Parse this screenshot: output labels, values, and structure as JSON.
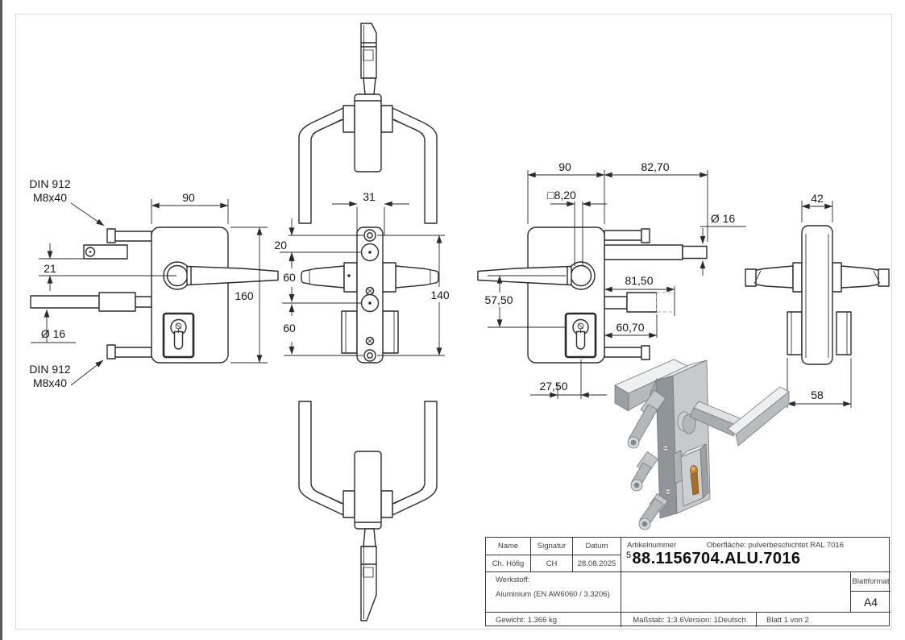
{
  "page": {
    "background": "#ffffff",
    "frame_color": "#dcdcdc",
    "line_color": "#2a2a2a"
  },
  "drawing": {
    "iso_colors": {
      "body_gray": "#c6cacd",
      "light_gray": "#eef0f1",
      "dark_gray": "#90959a",
      "brass": "#c28942"
    },
    "dims": {
      "screw_top": {
        "line1": "DIN 912",
        "line2": "M8x40"
      },
      "screw_bottom": {
        "line1": "DIN 912",
        "line2": "M8x40"
      },
      "front_left": {
        "width": "90",
        "height": "160",
        "handle_offset": "21",
        "rod_diameter": "Ø 16"
      },
      "edge": {
        "grip_width": "31",
        "top_hole": "20",
        "mid_spacing": "60",
        "bottom_spacing": "60",
        "hole_span": "140"
      },
      "front_right": {
        "width": "90",
        "bolt_extension": "82,70",
        "spindle_square": "□8,20",
        "axis_distance": "57,50",
        "rod_upper": "81,50",
        "rod_lower": "60,70",
        "cylinder_offset": "27,50",
        "rod_diameter": "Ø 16"
      },
      "side": {
        "width": "42",
        "depth": "58"
      }
    }
  },
  "title_block": {
    "name_header": "Name",
    "signature_header": "Signatur",
    "date_header": "Datum",
    "name_value": "Ch. Höfig",
    "signature_value": "CH",
    "date_value": "28.08.2025",
    "article_label": "Artikelnummer",
    "surface_label": "Oberfläche:  pulverbeschichtet RAL 7016",
    "article_prefix": "5",
    "article_number": "88.1156704.ALU.7016",
    "material_label": "Werkstoff:",
    "material_value": "Aluminium (EN AW6060 / 3.3206)",
    "weight": "Gewicht: 1.366 kg",
    "scale": "Maßstab: 1:3.6",
    "version": "Version: 1",
    "language": "Deutsch",
    "sheet": "Blatt 1 von 2",
    "format_label": "Blattformat",
    "format_value": "A4"
  }
}
